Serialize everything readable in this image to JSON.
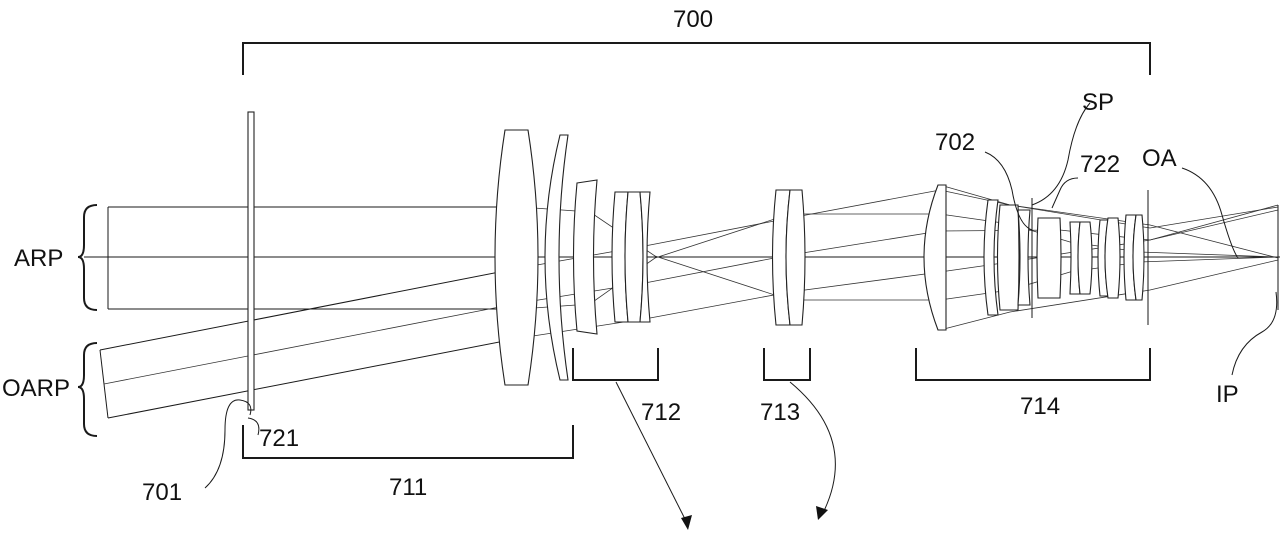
{
  "labels": {
    "system": "700",
    "arp": "ARP",
    "oarp": "OARP",
    "element_701": "701",
    "element_721": "721",
    "group_711": "711",
    "group_712": "712",
    "group_713": "713",
    "group_714": "714",
    "element_702": "702",
    "stop": "SP",
    "element_722": "722",
    "axis": "OA",
    "image_plane": "IP"
  }
}
